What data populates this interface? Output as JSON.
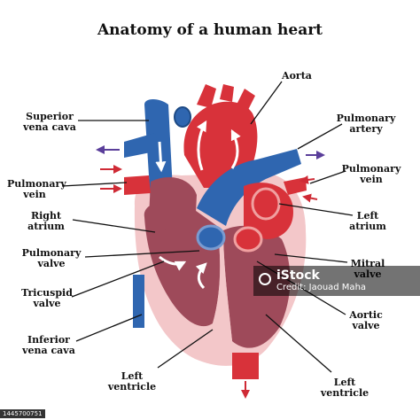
{
  "title": "Anatomy of a human heart",
  "labels": {
    "aorta": "Aorta",
    "superior_vena_cava": "Superior\nvena cava",
    "pulmonary_artery": "Pulmonary\nartery",
    "pulmonary_vein_left": "Pulmonary\nvein",
    "pulmonary_vein_right": "Pulmonary\nvein",
    "right_atrium": "Right\natrium",
    "left_atrium": "Left\natrium",
    "pulmonary_valve": "Pulmonary\nvalve",
    "mitral_valve": "Mitral\nvalve",
    "tricuspid_valve": "Tricuspid\nvalve",
    "aortic_valve": "Aortic\nvalve",
    "inferior_vena_cava": "Inferior\nvena cava",
    "left_ventricle_bottom": "Left\nventricle",
    "left_ventricle_right": "Left\nventricle"
  },
  "watermark": {
    "brand": "iStock",
    "credit": "Credit: Jaouad Maha"
  },
  "stock_id": "1445700751",
  "colors": {
    "oxygenated": "#d8323a",
    "deoxygenated": "#2f66b0",
    "outer": "#f3c7c9",
    "chamber": "#9e4a5a",
    "arrow_out": "#5a3e9a",
    "arrow_in": "#cf2a35"
  }
}
